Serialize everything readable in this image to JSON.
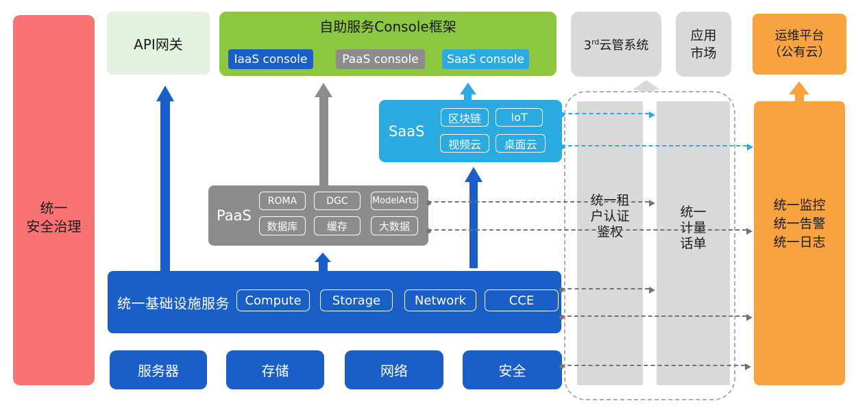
{
  "colors": {
    "red": "#FA7373",
    "light_green": "#E4F1DF",
    "green": "#8DC63F",
    "blue": "#1A5EC8",
    "gray": "#8C8C8C",
    "cyan": "#29ABE2",
    "light_gray": "#D9D9D9",
    "orange": "#F9A240"
  },
  "security": {
    "lines": [
      "统一",
      "安全治理"
    ]
  },
  "api_gateway": {
    "label": "API网关"
  },
  "console": {
    "title": "自助服务Console框架",
    "buttons": [
      {
        "label": "IaaS console"
      },
      {
        "label": "PaaS console"
      },
      {
        "label": "SaaS console"
      }
    ]
  },
  "third_party_cloud": {
    "prefix": "3",
    "sup": "rd",
    "suffix": "云管系统"
  },
  "app_market": {
    "lines": [
      "应用",
      "市场"
    ]
  },
  "ops_platform": {
    "lines": [
      "运维平台",
      "（公有云）"
    ]
  },
  "saas": {
    "label": "SaaS",
    "chips": [
      "区块链",
      "IoT",
      "视频云",
      "桌面云"
    ]
  },
  "paas": {
    "label": "PaaS",
    "chips": [
      "ROMA",
      "DGC",
      "ModelArts",
      "数据库",
      "缓存",
      "大数据"
    ]
  },
  "infra": {
    "label": "统一基础设施服务",
    "chips": [
      "Compute",
      "Storage",
      "Network",
      "CCE"
    ]
  },
  "resources": [
    "服务器",
    "存储",
    "网络",
    "安全"
  ],
  "auth": {
    "lines": [
      "统一租",
      "户认证",
      "鉴权"
    ]
  },
  "billing": {
    "lines": [
      "统一",
      "计量",
      "话单"
    ]
  },
  "monitor": {
    "lines": [
      "统一监控",
      "统一告警",
      "统一日志"
    ]
  }
}
